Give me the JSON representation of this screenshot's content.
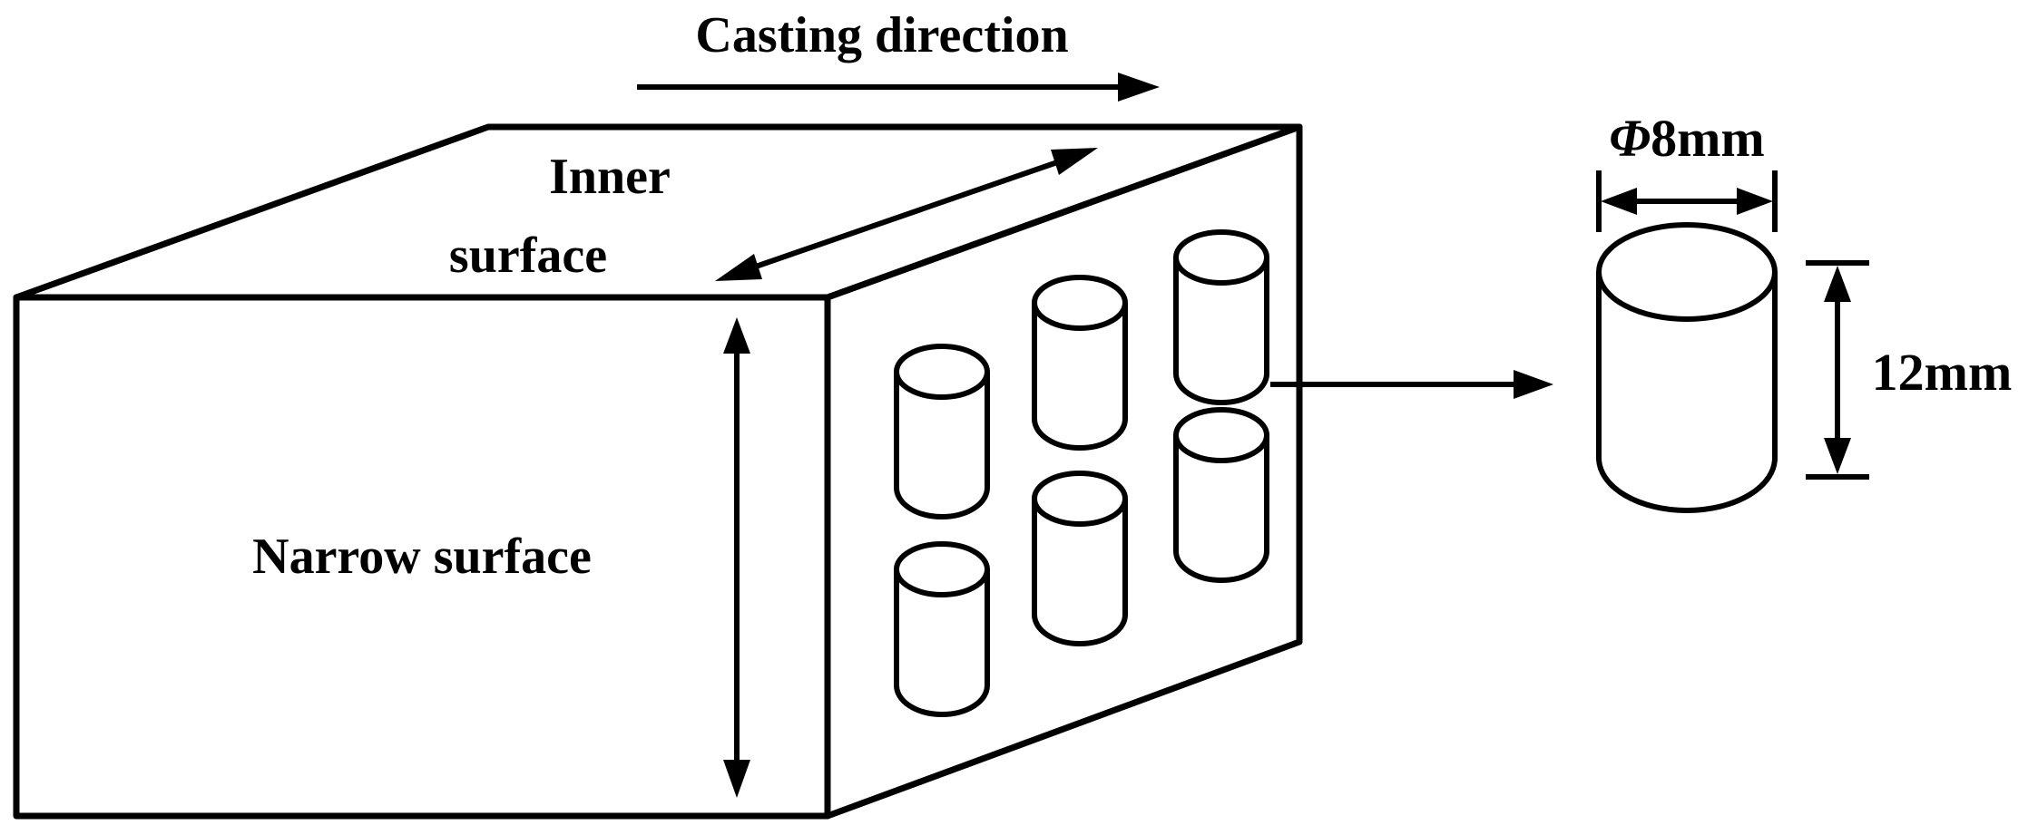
{
  "labels": {
    "casting_direction": "Casting direction",
    "inner_surface_line1": "Inner",
    "inner_surface_line2": "surface",
    "narrow_surface": "Narrow surface",
    "diameter_symbol": "Φ",
    "diameter_value": "8mm",
    "height": "12mm"
  },
  "specimen_count": 6
}
